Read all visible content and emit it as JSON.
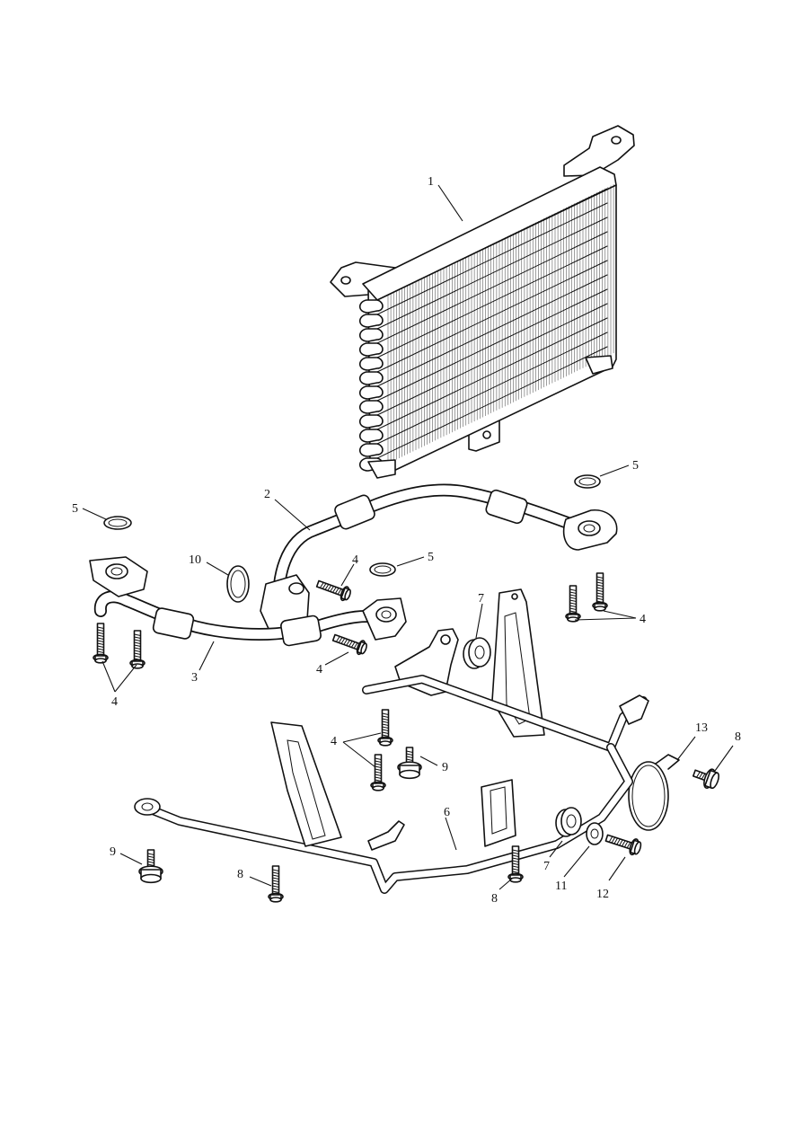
{
  "diagram": {
    "callouts": [
      {
        "id": "c1",
        "label": "1"
      },
      {
        "id": "c2",
        "label": "2"
      },
      {
        "id": "c3",
        "label": "3"
      },
      {
        "id": "c4a",
        "label": "4"
      },
      {
        "id": "c4b",
        "label": "4"
      },
      {
        "id": "c4c",
        "label": "4"
      },
      {
        "id": "c4d",
        "label": "4"
      },
      {
        "id": "c4e",
        "label": "4"
      },
      {
        "id": "c5a",
        "label": "5"
      },
      {
        "id": "c5b",
        "label": "5"
      },
      {
        "id": "c5c",
        "label": "5"
      },
      {
        "id": "c6",
        "label": "6"
      },
      {
        "id": "c7a",
        "label": "7"
      },
      {
        "id": "c7b",
        "label": "7"
      },
      {
        "id": "c8a",
        "label": "8"
      },
      {
        "id": "c8b",
        "label": "8"
      },
      {
        "id": "c8c",
        "label": "8"
      },
      {
        "id": "c9a",
        "label": "9"
      },
      {
        "id": "c9b",
        "label": "9"
      },
      {
        "id": "c10",
        "label": "10"
      },
      {
        "id": "c11",
        "label": "11"
      },
      {
        "id": "c12",
        "label": "12"
      },
      {
        "id": "c13",
        "label": "13"
      }
    ],
    "parts": [
      {
        "part": "oil-cooler",
        "icon": "oil-cooler-icon"
      },
      {
        "part": "upper-oil-hose",
        "icon": "hose-icon"
      },
      {
        "part": "lower-oil-hose",
        "icon": "hose-icon"
      },
      {
        "part": "flanged-bolt",
        "icon": "bolt-icon"
      },
      {
        "part": "o-ring",
        "icon": "o-ring-icon"
      },
      {
        "part": "mounting-bracket",
        "icon": "bracket-icon"
      },
      {
        "part": "grommet",
        "icon": "grommet-icon"
      },
      {
        "part": "screw",
        "icon": "bolt-icon"
      },
      {
        "part": "hex-bolt",
        "icon": "bolt-icon"
      },
      {
        "part": "large-o-ring",
        "icon": "o-ring-icon"
      },
      {
        "part": "washer",
        "icon": "washer-icon"
      },
      {
        "part": "bolt",
        "icon": "bolt-icon"
      },
      {
        "part": "hose-clip",
        "icon": "clip-icon"
      }
    ],
    "colors": {
      "line": "#111111",
      "background": "#ffffff"
    }
  }
}
